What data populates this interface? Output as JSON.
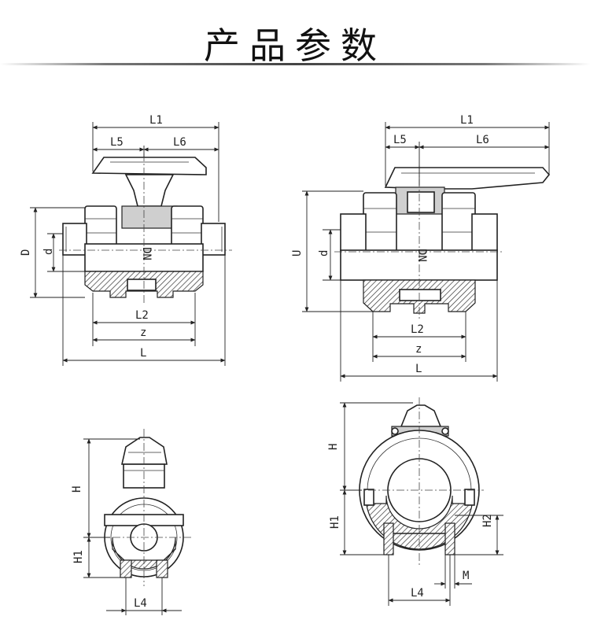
{
  "title": "产品参数",
  "views": {
    "front_left": {
      "L1": "L1",
      "L5": "L5",
      "L6": "L6",
      "D": "D",
      "d": "d",
      "DN": "DN",
      "L2": "L2",
      "z": "z",
      "L": "L"
    },
    "front_right": {
      "L1": "L1",
      "L5": "L5",
      "L6": "L6",
      "U": "U",
      "d": "d",
      "DN": "DN",
      "L2": "L2",
      "z": "z",
      "L": "L"
    },
    "side_left": {
      "H": "H",
      "H1": "H1",
      "L4": "L4"
    },
    "side_right": {
      "H": "H",
      "H1": "H1",
      "H2": "H2",
      "L4": "L4",
      "M": "M"
    }
  }
}
